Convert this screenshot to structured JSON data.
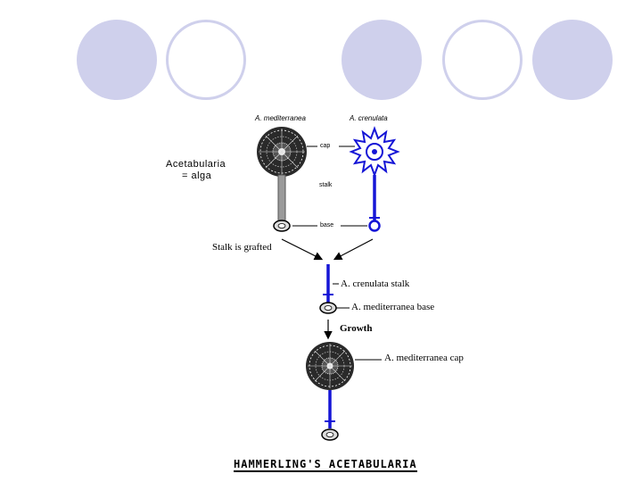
{
  "labels": {
    "mediterranea": "A. mediterranea",
    "crenulata": "A. crenulata",
    "cap": "cap",
    "stalk": "stalk",
    "base": "base",
    "acetabularia_line1": "Acetabularia",
    "acetabularia_line2": "= alga",
    "stalk_grafted": "Stalk is grafted",
    "crenulata_stalk": "A. crenulata stalk",
    "mediterranea_base": "A. mediterranea base",
    "growth": "Growth",
    "mediterranea_cap": "A. mediterranea cap"
  },
  "footer": "HAMMERLING'S ACETABULARIA",
  "colors": {
    "decor_circle": "#cfd0ec",
    "graft_blue": "#1515d6",
    "ink": "#000000"
  },
  "icons": {
    "mediterranea_cap": "umbrella-cap-icon",
    "crenulata_cap": "flower-cap-icon",
    "rhizoid": "rhizoid-base-icon"
  }
}
